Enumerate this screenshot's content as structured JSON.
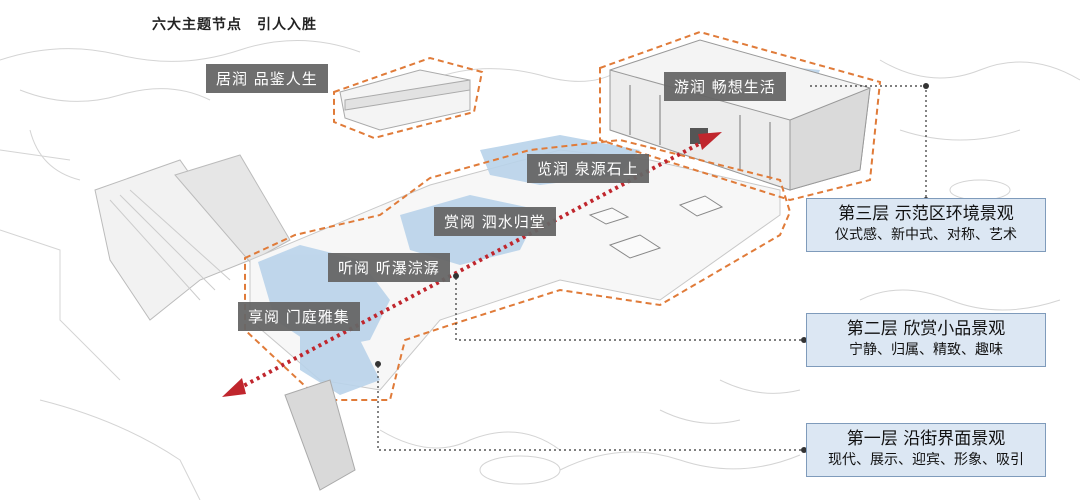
{
  "title": "六大主题节点　引人入胜",
  "nodes": [
    {
      "label": "居润  品鉴人生"
    },
    {
      "label": "游润  畅想生活"
    },
    {
      "label": "览润  泉源石上"
    },
    {
      "label": "赏阅  泗水归堂"
    },
    {
      "label": "听阅  听瀑淙潺"
    },
    {
      "label": "享阅  门庭雅集"
    }
  ],
  "layers": [
    {
      "title": "第三层  示范区环境景观",
      "desc": "仪式感、新中式、对称、艺术"
    },
    {
      "title": "第二层  欣赏小品景观",
      "desc": "宁静、归属、精致、趣味"
    },
    {
      "title": "第一层  沿街界面景观",
      "desc": "现代、展示、迎宾、形象、吸引"
    }
  ],
  "colors": {
    "route": "#c0262d",
    "outline": "#e07b39",
    "water": "#b9d3ea",
    "label_bg": "#666666",
    "box_bg": "#dce7f3",
    "box_border": "#7f9bbb"
  }
}
